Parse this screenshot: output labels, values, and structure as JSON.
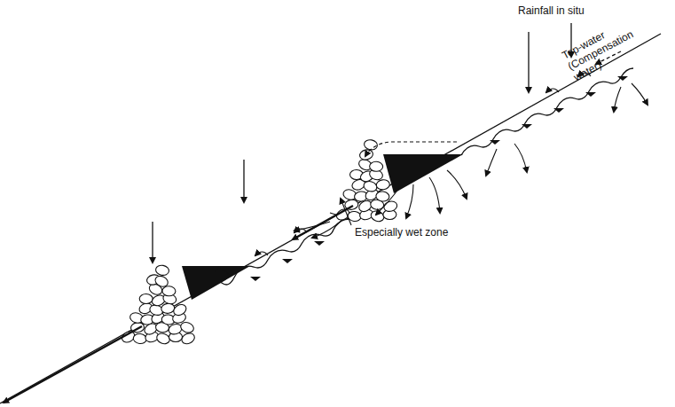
{
  "diagram": {
    "labels": [
      "Rainfall in situ",
      "Top-water (Compensation water)",
      "Especially wet zone"
    ]
  }
}
